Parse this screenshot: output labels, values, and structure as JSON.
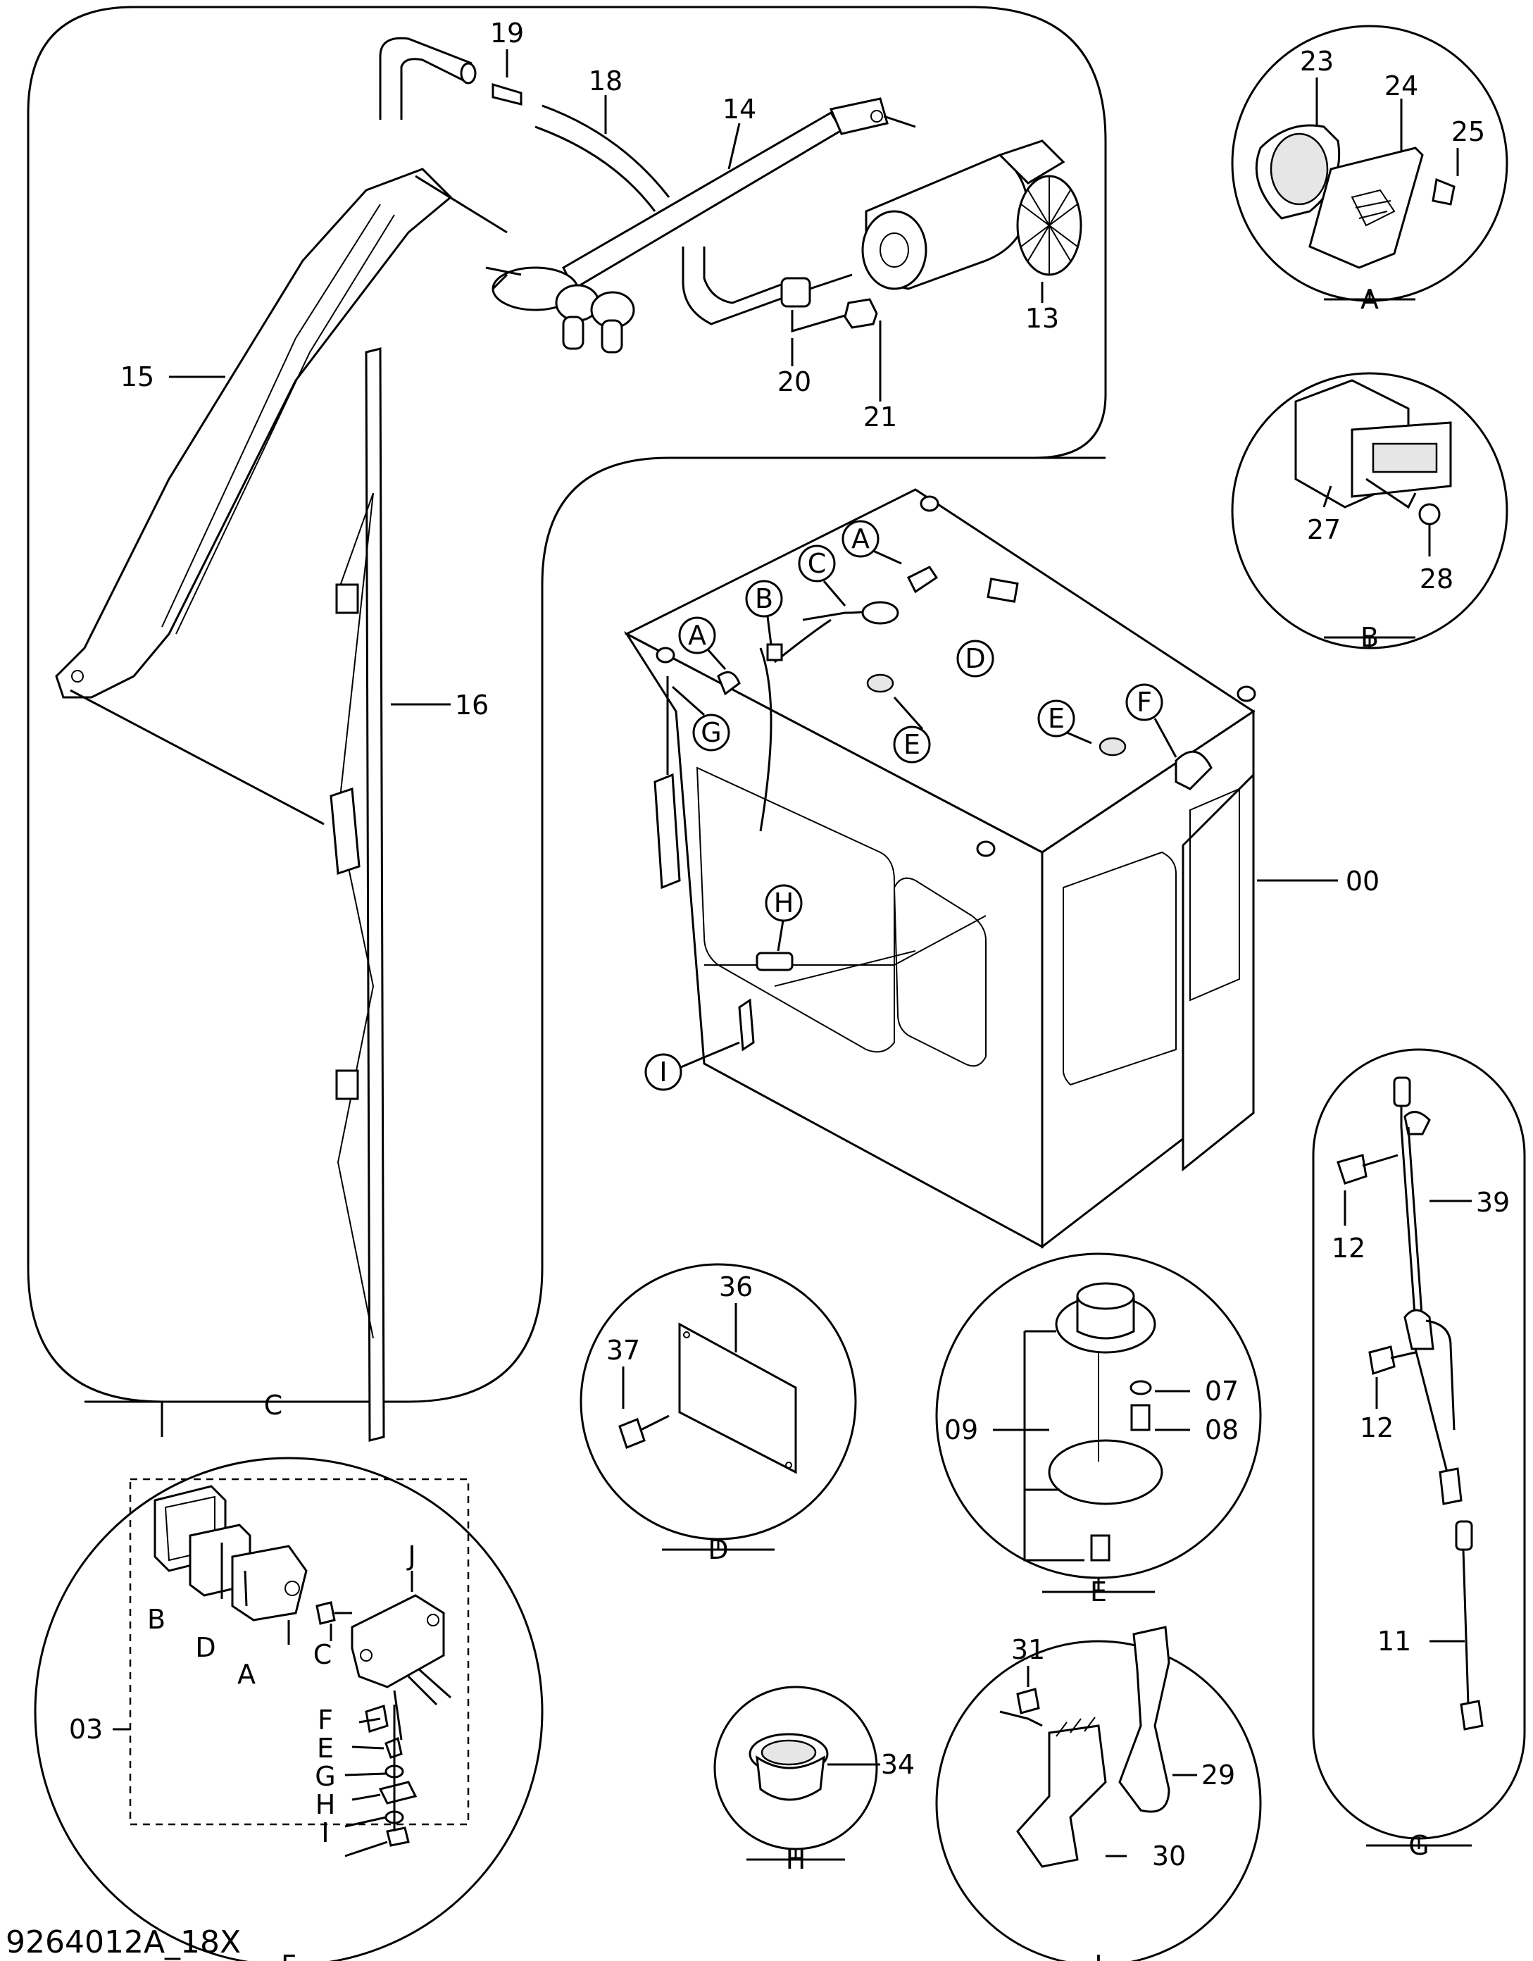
{
  "drawing_code": "9264012A_18X",
  "groups": {
    "C": "C",
    "A": "A",
    "B": "B",
    "D": "D",
    "E": "E",
    "F": "F",
    "G": "G",
    "H": "H",
    "I": "I"
  },
  "part_numbers": {
    "p00": "00",
    "p03": "03",
    "p07": "07",
    "p08": "08",
    "p09": "09",
    "p11": "11",
    "p12": "12",
    "p13": "13",
    "p14": "14",
    "p15": "15",
    "p16": "16",
    "p18": "18",
    "p19": "19",
    "p20": "20",
    "p21": "21",
    "p23": "23",
    "p24": "24",
    "p25": "25",
    "p27": "27",
    "p28": "28",
    "p29": "29",
    "p30": "30",
    "p31": "31",
    "p34": "34",
    "p36": "36",
    "p37": "37",
    "p39": "39"
  },
  "callouts": {
    "A": "A",
    "B": "B",
    "C": "C",
    "D": "D",
    "E": "E",
    "F": "F",
    "G": "G",
    "H": "H",
    "I": "I"
  },
  "lamp_parts": {
    "B": "B",
    "D": "D",
    "A": "A",
    "C": "C",
    "J": "J",
    "F": "F",
    "E": "E",
    "G": "G",
    "H": "H",
    "I": "I"
  }
}
